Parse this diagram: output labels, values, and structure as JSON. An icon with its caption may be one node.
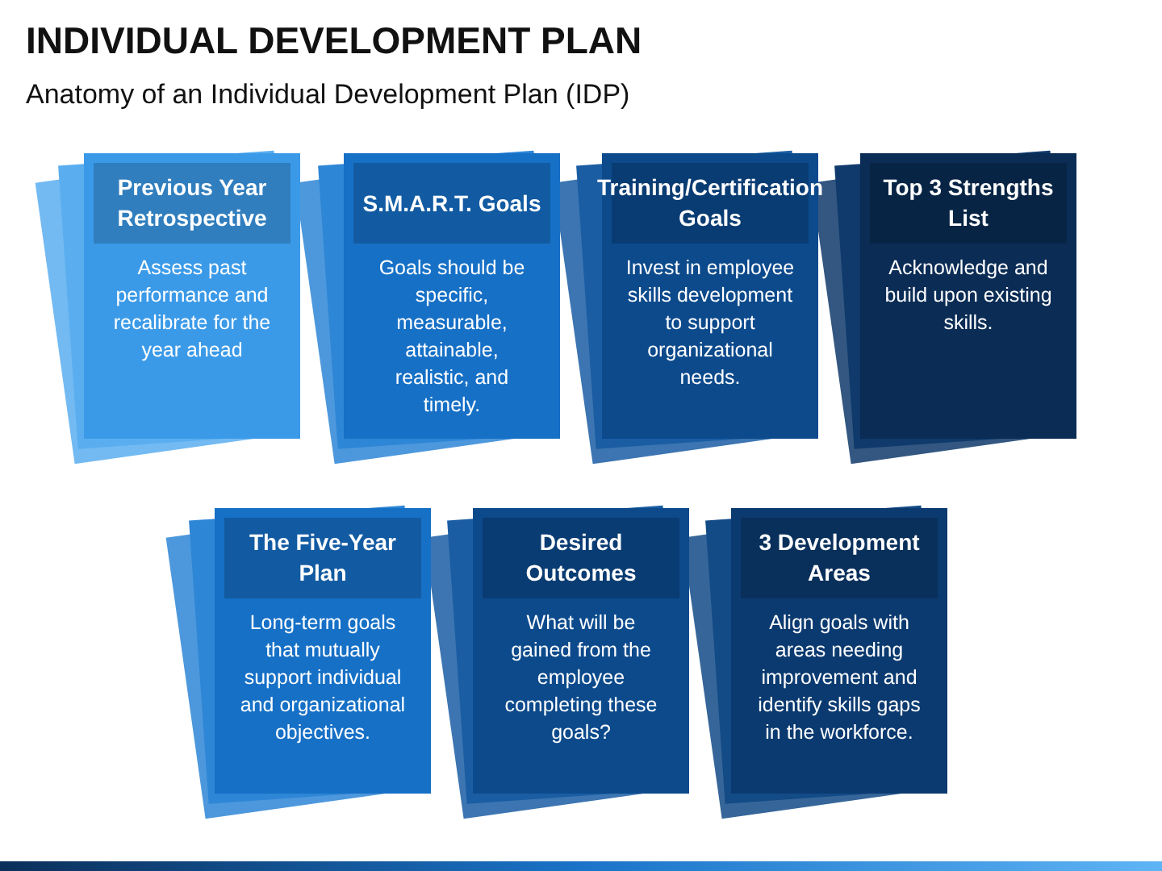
{
  "diagram": {
    "title": "INDIVIDUAL DEVELOPMENT PLAN",
    "nodes": [
      {
        "text": [
          "Previous Year Retrospective",
          "Assess past performance and recalibrate for the year ahead"
        ]
      },
      {
        "text": [
          "S.M.A.R.T. Goals",
          "Goals should be specific, measurable, attainable, realistic, and timely."
        ]
      },
      {
        "text": [
          "Training/Certification Goals",
          "Invest in employee skills development to support organizational needs."
        ]
      },
      {
        "text": [
          "Top 3 Strengths List",
          "Acknowledge and build upon existing skills."
        ]
      },
      {
        "text": [
          "The Five-Year Plan",
          "Long-term goals that mutually support individual and organizational objectives."
        ]
      },
      {
        "text": [
          "Desired Outcomes",
          "What will be gained from the employee completing these goals?"
        ]
      },
      {
        "text": [
          "3 Development Areas",
          "Align goals with areas needing improvement and identify skills gaps in the workforce."
        ]
      }
    ],
    "labels": [
      "Anatomy of an Individual Development Plan (IDP)"
    ]
  }
}
